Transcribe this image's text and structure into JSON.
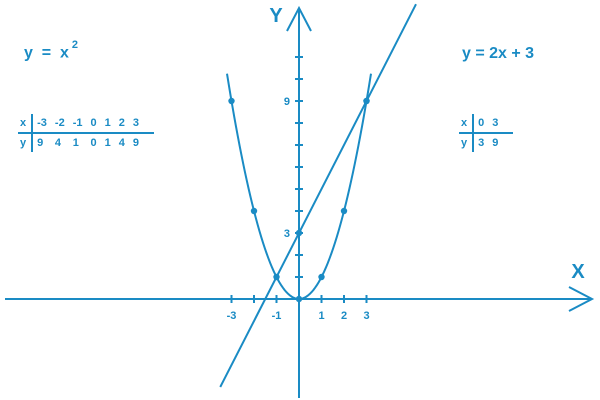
{
  "left_panel": {
    "equation_base": "y  =  x",
    "equation_exponent": "2",
    "table": {
      "x_header": "x",
      "y_header": "y",
      "x_values": [
        "-3",
        "-2",
        "-1",
        "0",
        "1",
        "2",
        "3"
      ],
      "y_values": [
        "9",
        "4",
        "1",
        "0",
        "1",
        "4",
        "9"
      ]
    }
  },
  "right_panel": {
    "equation": "y = 2x + 3",
    "table": {
      "x_header": "x",
      "y_header": "y",
      "x_values": [
        "0",
        "3"
      ],
      "y_values": [
        "3",
        "9"
      ]
    }
  },
  "axes": {
    "x_label": "X",
    "y_label": "Y",
    "x_tick_labels": [
      {
        "value": -3,
        "label": "-3"
      },
      {
        "value": -1,
        "label": "-1"
      },
      {
        "value": 1,
        "label": "1"
      },
      {
        "value": 2,
        "label": "2"
      },
      {
        "value": 3,
        "label": "3"
      }
    ],
    "y_tick_labels": [
      {
        "value": 3,
        "label": "3"
      },
      {
        "value": 9,
        "label": "9"
      }
    ]
  },
  "chart_data": {
    "type": "line",
    "x_ticks": [
      -3,
      -2,
      -1,
      1,
      2,
      3
    ],
    "y_ticks": [
      1,
      2,
      3,
      4,
      5,
      6,
      7,
      8,
      9,
      10,
      11
    ],
    "series": [
      {
        "name": "y = x^2",
        "function": "x^2",
        "x_range": [
          -3.2,
          3.2
        ],
        "points": [
          [
            -3,
            9
          ],
          [
            -2,
            4
          ],
          [
            -1,
            1
          ],
          [
            0,
            0
          ],
          [
            1,
            1
          ],
          [
            2,
            4
          ],
          [
            3,
            9
          ]
        ]
      },
      {
        "name": "y = 2x + 3",
        "function": "2x + 3",
        "x_range": [
          -3.5,
          5.2
        ],
        "points": [
          [
            0,
            3
          ],
          [
            3,
            9
          ]
        ]
      }
    ]
  },
  "colors": {
    "ink": "#1a8bc4",
    "background": "#ffffff"
  }
}
